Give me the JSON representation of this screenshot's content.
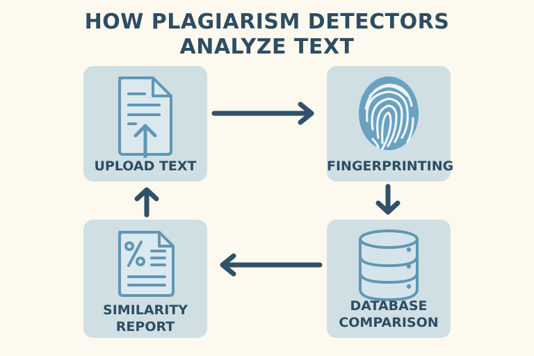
{
  "title": {
    "line1": "HOW PLAGIARISM DETECTORS",
    "line2": "ANALYZE TEXT"
  },
  "steps": [
    {
      "label": "UPLOAD TEXT",
      "icon": "document-upload-icon"
    },
    {
      "label": "FINGERPRINTING",
      "icon": "fingerprint-icon"
    },
    {
      "label_line1": "DATABASE",
      "label_line2": "COMPARISON",
      "icon": "database-icon"
    },
    {
      "label_line1": "SIMILARITY",
      "label_line2": "REPORT",
      "icon": "percent-report-icon"
    }
  ],
  "colors": {
    "background": "#fdf9ee",
    "card": "#cfdfe4",
    "icon_stroke": "#5f97b4",
    "text": "#2d4d63",
    "arrow": "#2f5169"
  }
}
